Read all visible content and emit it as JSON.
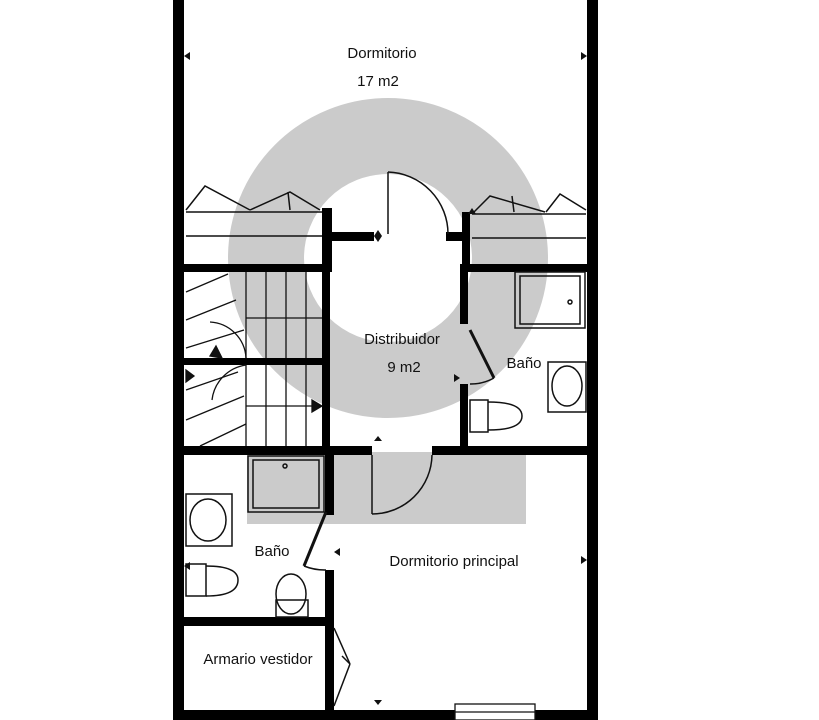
{
  "colors": {
    "wall": "#000000",
    "overlay": "#c8c8c8",
    "fixture_stroke": "#111111",
    "background": "#ffffff"
  },
  "rooms": [
    {
      "id": "dormitorio",
      "name": "Dormitorio",
      "area": "17 m2"
    },
    {
      "id": "distribuidor",
      "name": "Distribuidor",
      "area": "9 m2"
    },
    {
      "id": "bano-right",
      "name": "Baño",
      "area": ""
    },
    {
      "id": "bano-left",
      "name": "Baño",
      "area": ""
    },
    {
      "id": "dormitorio-principal",
      "name": "Dormitorio principal",
      "area": ""
    },
    {
      "id": "armario-vestidor",
      "name": "Armario vestidor",
      "area": ""
    }
  ],
  "icons": [
    "door-swing-icon",
    "shower-tray-icon",
    "washbasin-icon",
    "toilet-icon",
    "staircase-icon",
    "wardrobe-door-icon",
    "window-icon",
    "dimension-tick-icon"
  ]
}
